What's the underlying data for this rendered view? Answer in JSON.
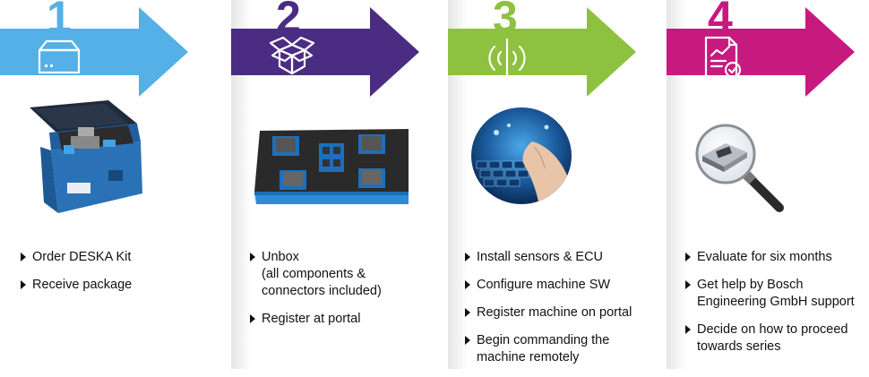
{
  "steps": [
    {
      "number": "1",
      "color": "#54b0e6",
      "icon": "package-icon",
      "bullets": [
        "Order DESKA Kit",
        "Receive package"
      ]
    },
    {
      "number": "2",
      "color": "#4a2d82",
      "icon": "open-box-icon",
      "bullets": [
        "Unbox\n(all components &\nconnectors included)",
        "Register at portal"
      ]
    },
    {
      "number": "3",
      "color": "#8dc13f",
      "icon": "signal-antenna-icon",
      "bullets": [
        "Install sensors & ECU",
        "Configure machine SW",
        "Register machine on portal",
        "Begin commanding the\nmachine remotely"
      ]
    },
    {
      "number": "4",
      "color": "#c71a7f",
      "icon": "report-magnifier-icon",
      "bullets": [
        "Evaluate for six months",
        "Get help by Bosch\nEngineering GmbH support",
        "Decide on how to proceed\ntowards series"
      ]
    }
  ]
}
